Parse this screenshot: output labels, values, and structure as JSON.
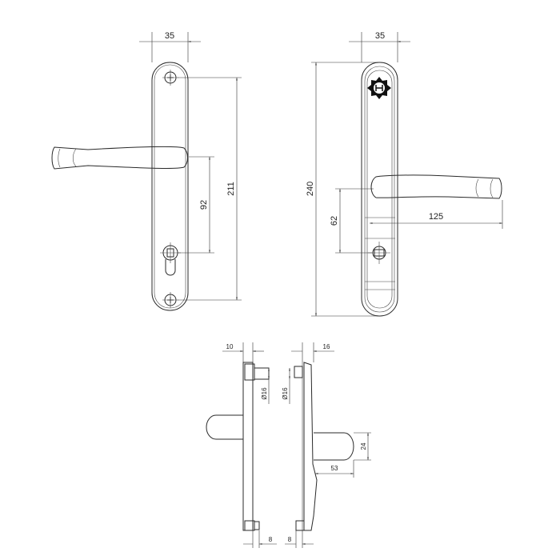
{
  "drawing": {
    "front_view_outside": {
      "width_label": "35",
      "screw_spacing_label": "211",
      "handle_to_cylinder_label": "92"
    },
    "front_view_inside": {
      "width_label": "35",
      "overall_height_label": "240",
      "handle_to_screw_label": "62",
      "handle_projection_label": "125"
    },
    "side_view_outside": {
      "thickness_label": "10",
      "boss_diameter_label": "Ø16",
      "bottom_label": "8"
    },
    "side_view_inside": {
      "thickness_label": "16",
      "boss_diameter_label": "Ø16",
      "bottom_label": "8",
      "handle_height_label": "24",
      "handle_length_label": "53"
    },
    "line_color": "#2a2a2a",
    "background": "#ffffff"
  }
}
